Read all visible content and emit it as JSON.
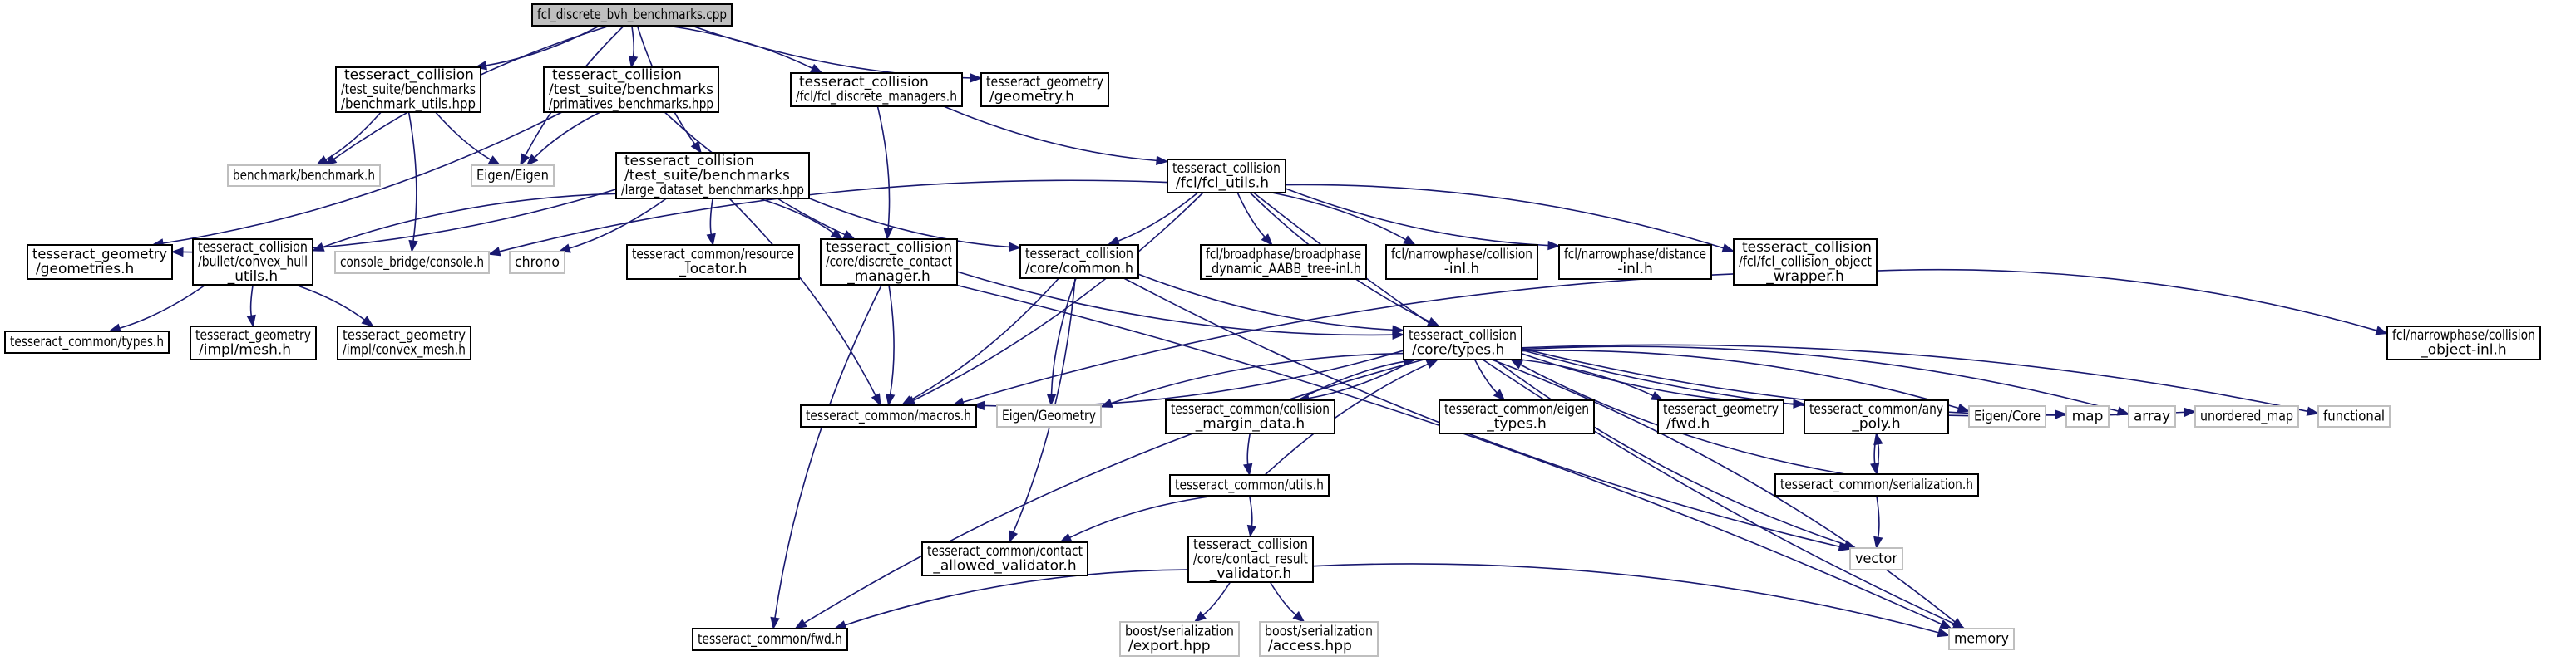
{
  "diagram": {
    "title": "fcl_discrete_bvh_benchmarks.cpp",
    "kind": "include-dependency-graph",
    "colors": {
      "edge": "#191970",
      "root_fill": "#bfbfbf",
      "local_border": "#000000",
      "external_border": "#bfbfbf"
    },
    "nodes": [
      {
        "id": "root",
        "label": "fcl_discrete_bvh_benchmarks.cpp",
        "kind": "root"
      },
      {
        "id": "bench_utils",
        "label": "tesseract_collision\n/test_suite/benchmarks\n/benchmark_utils.hpp",
        "kind": "local"
      },
      {
        "id": "prim_bench",
        "label": "tesseract_collision\n/test_suite/benchmarks\n/primatives_benchmarks.hpp",
        "kind": "local"
      },
      {
        "id": "fcl_dm",
        "label": "tesseract_collision\n/fcl/fcl_discrete_managers.h",
        "kind": "local"
      },
      {
        "id": "geometry_h",
        "label": "tesseract_geometry\n/geometry.h",
        "kind": "local"
      },
      {
        "id": "benchmark_h",
        "label": "benchmark/benchmark.h",
        "kind": "external"
      },
      {
        "id": "eigen_eigen",
        "label": "Eigen/Eigen",
        "kind": "external"
      },
      {
        "id": "large_bench",
        "label": "tesseract_collision\n/test_suite/benchmarks\n/large_dataset_benchmarks.hpp",
        "kind": "local"
      },
      {
        "id": "fcl_utils",
        "label": "tesseract_collision\n/fcl/fcl_utils.h",
        "kind": "local"
      },
      {
        "id": "geometries_h",
        "label": "tesseract_geometry\n/geometries.h",
        "kind": "local"
      },
      {
        "id": "convex_hull",
        "label": "tesseract_collision\n/bullet/convex_hull\n_utils.h",
        "kind": "local"
      },
      {
        "id": "console_h",
        "label": "console_bridge/console.h",
        "kind": "external"
      },
      {
        "id": "chrono",
        "label": "chrono",
        "kind": "external"
      },
      {
        "id": "resource_locator",
        "label": "tesseract_common/resource\n_locator.h",
        "kind": "local"
      },
      {
        "id": "dcm",
        "label": "tesseract_collision\n/core/discrete_contact\n_manager.h",
        "kind": "local"
      },
      {
        "id": "core_common",
        "label": "tesseract_collision\n/core/common.h",
        "kind": "local"
      },
      {
        "id": "broadphase",
        "label": "fcl/broadphase/broadphase\n_dynamic_AABB_tree-inl.h",
        "kind": "local"
      },
      {
        "id": "np_collision",
        "label": "fcl/narrowphase/collision\n-inl.h",
        "kind": "local"
      },
      {
        "id": "np_distance",
        "label": "fcl/narrowphase/distance\n-inl.h",
        "kind": "local"
      },
      {
        "id": "fcl_cow",
        "label": "tesseract_collision\n/fcl/fcl_collision_object\n_wrapper.h",
        "kind": "local"
      },
      {
        "id": "common_types",
        "label": "tesseract_common/types.h",
        "kind": "local"
      },
      {
        "id": "impl_mesh",
        "label": "tesseract_geometry\n/impl/mesh.h",
        "kind": "local"
      },
      {
        "id": "impl_convex_mesh",
        "label": "tesseract_geometry\n/impl/convex_mesh.h",
        "kind": "local"
      },
      {
        "id": "core_types",
        "label": "tesseract_collision\n/core/types.h",
        "kind": "local"
      },
      {
        "id": "np_col_obj",
        "label": "fcl/narrowphase/collision\n_object-inl.h",
        "kind": "local"
      },
      {
        "id": "macros",
        "label": "tesseract_common/macros.h",
        "kind": "local"
      },
      {
        "id": "eigen_geometry",
        "label": "Eigen/Geometry",
        "kind": "external"
      },
      {
        "id": "cmd",
        "label": "tesseract_common/collision\n_margin_data.h",
        "kind": "local"
      },
      {
        "id": "eigen_types",
        "label": "tesseract_common/eigen\n_types.h",
        "kind": "local"
      },
      {
        "id": "geom_fwd",
        "label": "tesseract_geometry\n/fwd.h",
        "kind": "local"
      },
      {
        "id": "any_poly",
        "label": "tesseract_common/any\n_poly.h",
        "kind": "local"
      },
      {
        "id": "eigen_core",
        "label": "Eigen/Core",
        "kind": "external"
      },
      {
        "id": "map",
        "label": "map",
        "kind": "external"
      },
      {
        "id": "array",
        "label": "array",
        "kind": "external"
      },
      {
        "id": "unordered_map",
        "label": "unordered_map",
        "kind": "external"
      },
      {
        "id": "functional",
        "label": "functional",
        "kind": "external"
      },
      {
        "id": "common_utils",
        "label": "tesseract_common/utils.h",
        "kind": "local"
      },
      {
        "id": "serialization",
        "label": "tesseract_common/serialization.h",
        "kind": "local"
      },
      {
        "id": "contact_allowed",
        "label": "tesseract_common/contact\n_allowed_validator.h",
        "kind": "local"
      },
      {
        "id": "crv",
        "label": "tesseract_collision\n/core/contact_result\n_validator.h",
        "kind": "local"
      },
      {
        "id": "vector",
        "label": "vector",
        "kind": "external"
      },
      {
        "id": "common_fwd",
        "label": "tesseract_common/fwd.h",
        "kind": "local"
      },
      {
        "id": "boost_export",
        "label": "boost/serialization\n/export.hpp",
        "kind": "external"
      },
      {
        "id": "boost_access",
        "label": "boost/serialization\n/access.hpp",
        "kind": "external"
      },
      {
        "id": "memory",
        "label": "memory",
        "kind": "external"
      }
    ],
    "edges": [
      [
        "root",
        "benchmark_h"
      ],
      [
        "root",
        "bench_utils"
      ],
      [
        "root",
        "eigen_eigen"
      ],
      [
        "root",
        "prim_bench"
      ],
      [
        "root",
        "large_bench"
      ],
      [
        "root",
        "fcl_dm"
      ],
      [
        "root",
        "geometry_h"
      ],
      [
        "bench_utils",
        "benchmark_h"
      ],
      [
        "bench_utils",
        "eigen_eigen"
      ],
      [
        "bench_utils",
        "console_h"
      ],
      [
        "prim_bench",
        "eigen_eigen"
      ],
      [
        "prim_bench",
        "geometries_h"
      ],
      [
        "prim_bench",
        "dcm"
      ],
      [
        "fcl_dm",
        "dcm"
      ],
      [
        "fcl_dm",
        "fcl_utils"
      ],
      [
        "large_bench",
        "geometries_h"
      ],
      [
        "large_bench",
        "convex_hull"
      ],
      [
        "large_bench",
        "chrono"
      ],
      [
        "large_bench",
        "resource_locator"
      ],
      [
        "large_bench",
        "dcm"
      ],
      [
        "large_bench",
        "core_common"
      ],
      [
        "large_bench",
        "macros"
      ],
      [
        "fcl_utils",
        "console_h"
      ],
      [
        "fcl_utils",
        "core_common"
      ],
      [
        "fcl_utils",
        "broadphase"
      ],
      [
        "fcl_utils",
        "np_collision"
      ],
      [
        "fcl_utils",
        "np_distance"
      ],
      [
        "fcl_utils",
        "fcl_cow"
      ],
      [
        "fcl_utils",
        "core_types"
      ],
      [
        "fcl_utils",
        "macros"
      ],
      [
        "fcl_utils",
        "memory"
      ],
      [
        "convex_hull",
        "common_types"
      ],
      [
        "convex_hull",
        "impl_mesh"
      ],
      [
        "convex_hull",
        "impl_convex_mesh"
      ],
      [
        "dcm",
        "core_types"
      ],
      [
        "dcm",
        "macros"
      ],
      [
        "dcm",
        "common_fwd"
      ],
      [
        "dcm",
        "memory"
      ],
      [
        "core_common",
        "core_types"
      ],
      [
        "core_common",
        "macros"
      ],
      [
        "core_common",
        "eigen_geometry"
      ],
      [
        "core_common",
        "contact_allowed"
      ],
      [
        "core_common",
        "vector"
      ],
      [
        "fcl_cow",
        "np_col_obj"
      ],
      [
        "fcl_cow",
        "macros"
      ],
      [
        "core_types",
        "macros"
      ],
      [
        "core_types",
        "eigen_geometry"
      ],
      [
        "core_types",
        "cmd"
      ],
      [
        "core_types",
        "eigen_types"
      ],
      [
        "core_types",
        "geom_fwd"
      ],
      [
        "core_types",
        "any_poly"
      ],
      [
        "core_types",
        "eigen_core"
      ],
      [
        "core_types",
        "map"
      ],
      [
        "core_types",
        "array"
      ],
      [
        "core_types",
        "unordered_map"
      ],
      [
        "core_types",
        "functional"
      ],
      [
        "core_types",
        "vector"
      ],
      [
        "core_types",
        "memory"
      ],
      [
        "core_types",
        "common_fwd"
      ],
      [
        "cmd",
        "core_types"
      ],
      [
        "cmd",
        "common_utils"
      ],
      [
        "common_utils",
        "core_types"
      ],
      [
        "common_utils",
        "contact_allowed"
      ],
      [
        "common_utils",
        "crv"
      ],
      [
        "any_poly",
        "serialization"
      ],
      [
        "serialization",
        "core_types"
      ],
      [
        "serialization",
        "any_poly"
      ],
      [
        "serialization",
        "vector"
      ],
      [
        "crv",
        "common_fwd"
      ],
      [
        "crv",
        "boost_export"
      ],
      [
        "crv",
        "boost_access"
      ],
      [
        "crv",
        "memory"
      ]
    ]
  }
}
